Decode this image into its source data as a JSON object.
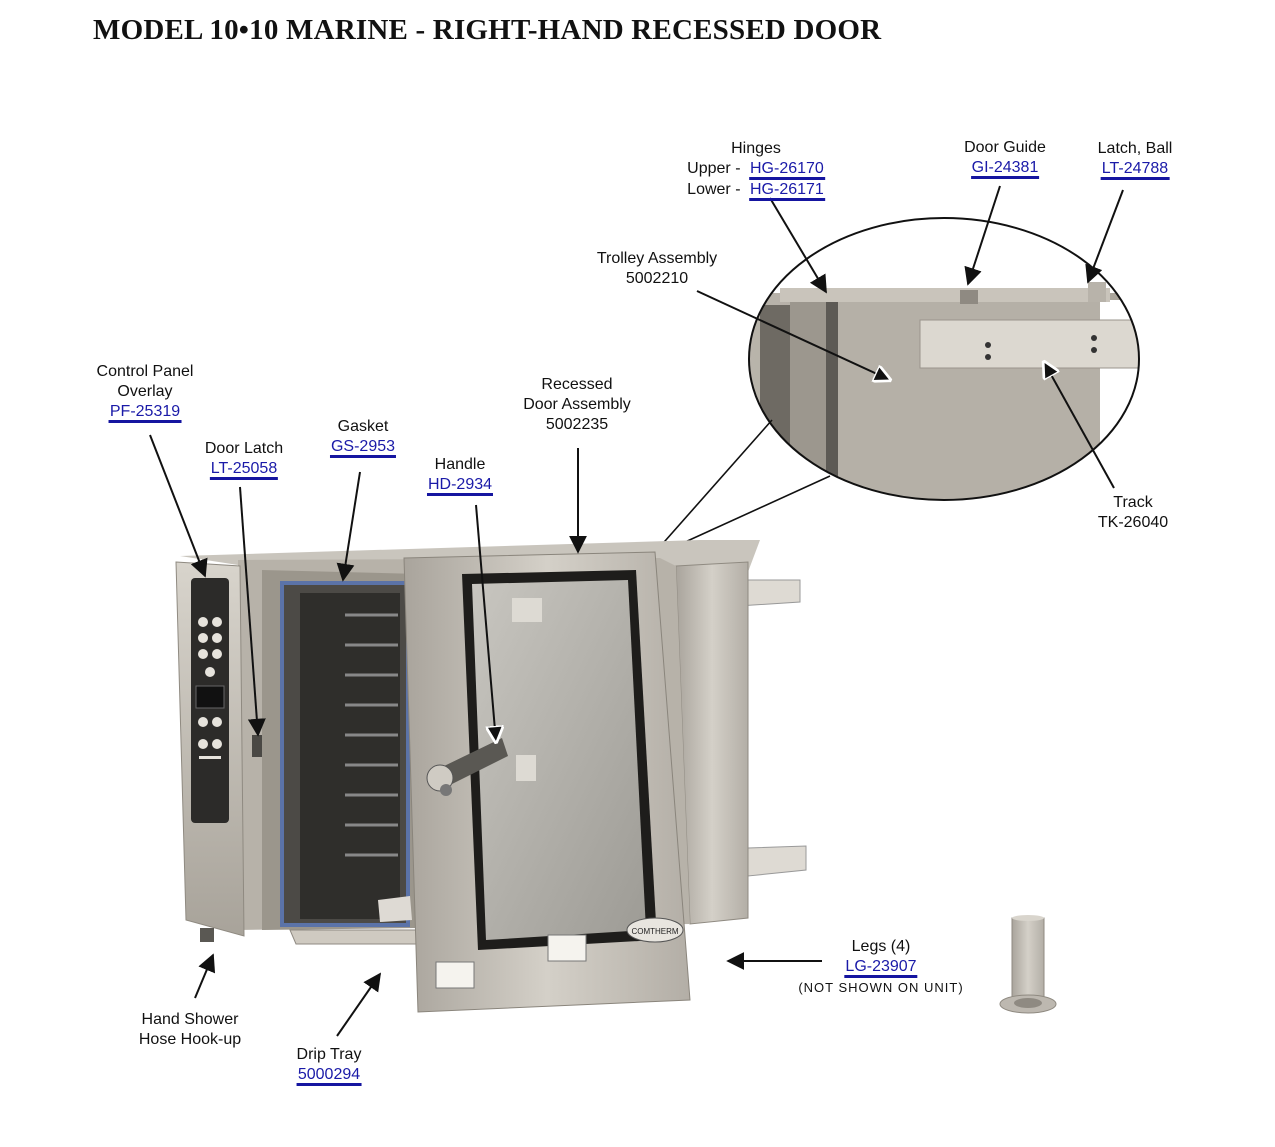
{
  "title": "MODEL 10•10 MARINE - RIGHT-HAND RECESSED DOOR",
  "labels": {
    "hinges": {
      "name": "Hinges",
      "upper_prefix": "Upper -",
      "upper_part": "HG-26170",
      "lower_prefix": "Lower -",
      "lower_part": "HG-26171"
    },
    "door_guide": {
      "name": "Door Guide",
      "part": "GI-24381"
    },
    "latch_ball": {
      "name": "Latch, Ball",
      "part": "LT-24788"
    },
    "trolley_assembly": {
      "name": "Trolley Assembly",
      "part": "5002210"
    },
    "control_panel_overlay": {
      "line1": "Control Panel",
      "line2": "Overlay",
      "part": "PF-25319"
    },
    "recessed_door_assembly": {
      "line1": "Recessed",
      "line2": "Door Assembly",
      "part": "5002235"
    },
    "gasket": {
      "name": "Gasket",
      "part": "GS-2953"
    },
    "door_latch": {
      "name": "Door Latch",
      "part": "LT-25058"
    },
    "handle": {
      "name": "Handle",
      "part": "HD-2934"
    },
    "track": {
      "name": "Track",
      "part": "TK-26040"
    },
    "legs": {
      "name": "Legs (4)",
      "part": "LG-23907",
      "note": "(NOT SHOWN ON UNIT)"
    },
    "hand_shower": {
      "line1": "Hand Shower",
      "line2": "Hose Hook-up"
    },
    "drip_tray": {
      "name": "Drip Tray",
      "part": "5000294"
    }
  },
  "oven_badge": "COMTHERM"
}
